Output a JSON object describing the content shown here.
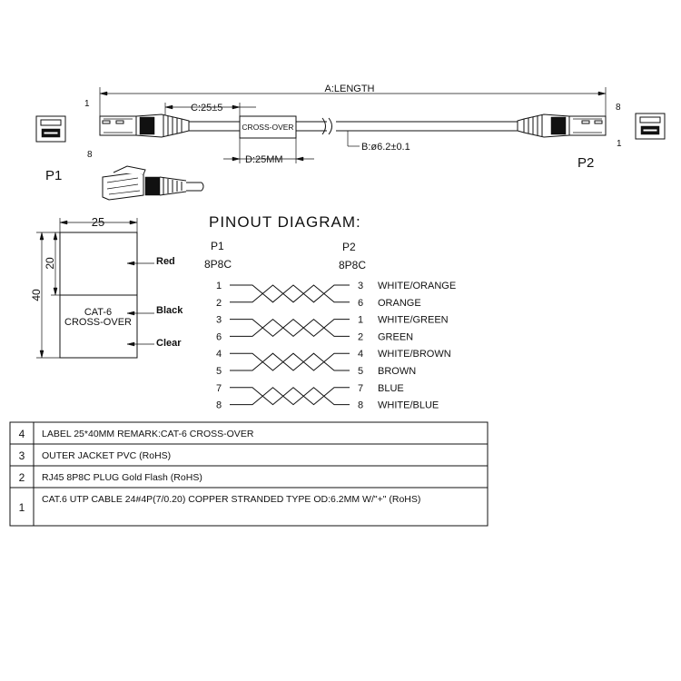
{
  "dimensions": {
    "length": "A:LENGTH",
    "c": "C:25±5",
    "d": "D:25MM",
    "b": "B:ø6.2±0.1"
  },
  "crossover_label": "CROSS-OVER",
  "plug_labels": {
    "p1": "P1",
    "p2": "P2",
    "left_top_pin": "1",
    "left_bottom_pin": "8",
    "right_top_pin": "8",
    "right_bottom_pin": "1"
  },
  "label_diagram": {
    "width": "25",
    "height_total": "40",
    "height_half": "20",
    "text_line1": "CAT-6",
    "text_line2": "CROSS-OVER",
    "red": "Red",
    "black": "Black",
    "clear": "Clear"
  },
  "pinout": {
    "title": "PINOUT DIAGRAM:",
    "left_header": "P1",
    "left_sub": "8P8C",
    "right_header": "P2",
    "right_sub": "8P8C",
    "rows": [
      {
        "left": "1",
        "right": "3",
        "color": "WHITE/ORANGE"
      },
      {
        "left": "2",
        "right": "6",
        "color": "ORANGE"
      },
      {
        "left": "3",
        "right": "1",
        "color": "WHITE/GREEN"
      },
      {
        "left": "6",
        "right": "2",
        "color": "GREEN"
      },
      {
        "left": "4",
        "right": "4",
        "color": "WHITE/BROWN"
      },
      {
        "left": "5",
        "right": "5",
        "color": "BROWN"
      },
      {
        "left": "7",
        "right": "7",
        "color": "BLUE"
      },
      {
        "left": "8",
        "right": "8",
        "color": "WHITE/BLUE"
      }
    ]
  },
  "bom": [
    {
      "no": "4",
      "desc": "LABEL 25*40MM REMARK:CAT-6 CROSS-OVER"
    },
    {
      "no": "3",
      "desc": "OUTER JACKET PVC (RoHS)"
    },
    {
      "no": "2",
      "desc": "RJ45 8P8C PLUG Gold Flash (RoHS)"
    },
    {
      "no": "1",
      "desc": "CAT.6 UTP CABLE 24#4P(7/0.20) COPPER STRANDED TYPE OD:6.2MM W/\"+\" (RoHS)"
    }
  ]
}
